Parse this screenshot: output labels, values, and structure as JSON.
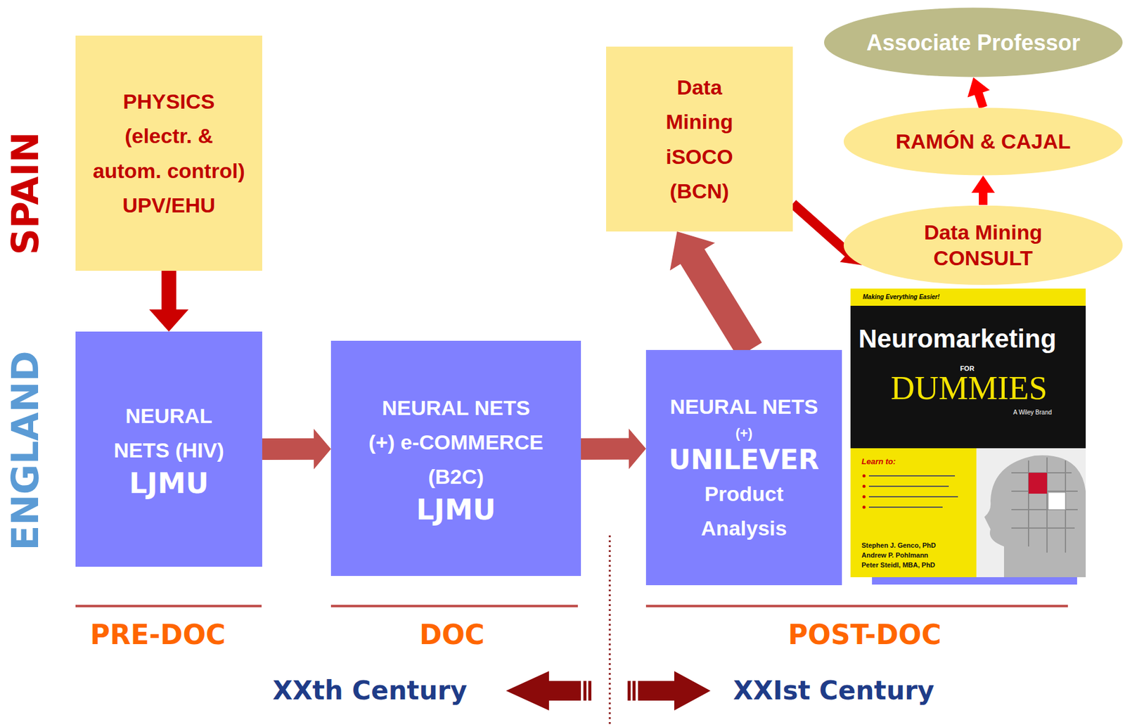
{
  "diagram": {
    "nodes": [
      {
        "text": [
          "PHYSICS (electr. & autom. control) UPV/EHU"
        ]
      },
      {
        "text": [
          "NEURAL NETS (HIV)",
          "LJMU"
        ]
      },
      {
        "text": [
          "NEURAL NETS (+) e-COMMERCE (B2C)",
          "LJMU"
        ]
      },
      {
        "text": [
          "NEURAL NETS",
          "(+)",
          "UNILEVER",
          "Product Analysis"
        ]
      },
      {
        "text": [
          "Data Mining iSOCO (BCN)"
        ]
      },
      {
        "text": [
          "Data Mining CONSULT"
        ]
      },
      {
        "text": [
          "RAMÓN & CAJAL"
        ]
      },
      {
        "text": [
          "Associate Professor"
        ]
      }
    ],
    "edges": [
      {
        "from": 0,
        "to": 1,
        "arrow": "to"
      },
      {
        "from": 1,
        "to": 2,
        "arrow": "to"
      },
      {
        "from": 2,
        "to": 3,
        "arrow": "to"
      },
      {
        "from": 3,
        "to": 4,
        "arrow": "to"
      },
      {
        "from": 4,
        "to": 5,
        "arrow": "to"
      },
      {
        "from": 5,
        "to": 6,
        "arrow": "to"
      },
      {
        "from": 6,
        "to": 7,
        "arrow": "to"
      }
    ],
    "labels": [
      "SPAIN",
      "ENGLAND",
      "PRE-DOC",
      "DOC",
      "POST-DOC",
      "XXth Century",
      "XXIst Century",
      "Making Everything Easier!",
      "Neuromarketing",
      "FOR",
      "DUMMIES",
      "A Wiley Brand",
      "Learn to:",
      "Stephen J. Genco, PhD",
      "Andrew P. Pohlmann",
      "Peter Steidl, MBA, PhD"
    ]
  }
}
